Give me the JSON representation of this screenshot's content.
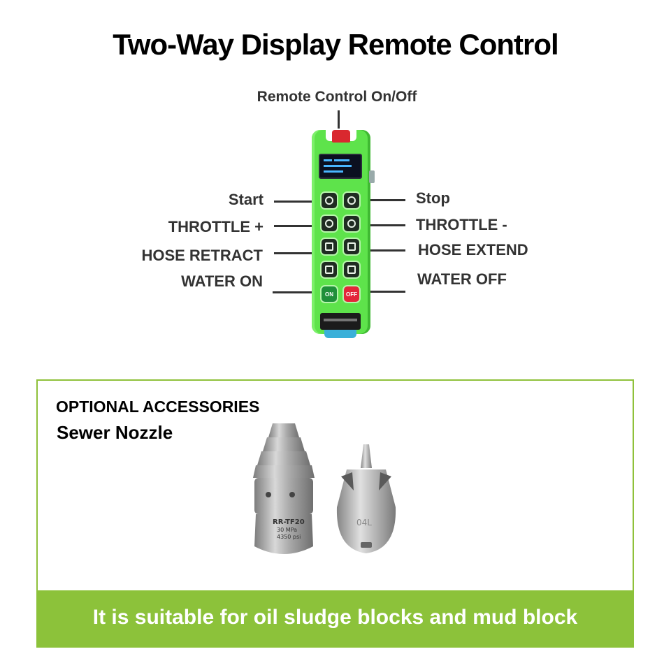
{
  "header": {
    "title": "Two-Way Display Remote Control",
    "remote_label": "Remote Control On/Off"
  },
  "remote_labels": {
    "left": [
      "Start",
      "THROTTLE +",
      "HOSE RETRACT",
      "WATER ON"
    ],
    "right": [
      "Stop",
      "THROTTLE -",
      "HOSE EXTEND",
      "WATER OFF"
    ]
  },
  "remote": {
    "on_button": "ON",
    "off_button": "OFF",
    "body_color": "#5ee34b"
  },
  "accessories": {
    "title": "OPTIONAL ACCESSORIES",
    "subtitle": "Sewer Nozzle",
    "nozzle1_text": [
      "RR-TF20",
      "30 MPa",
      "4350 psi"
    ],
    "nozzle2_text": "04L"
  },
  "banner": {
    "text": "It is suitable for oil sludge blocks and mud block",
    "color": "#8cc23a"
  }
}
